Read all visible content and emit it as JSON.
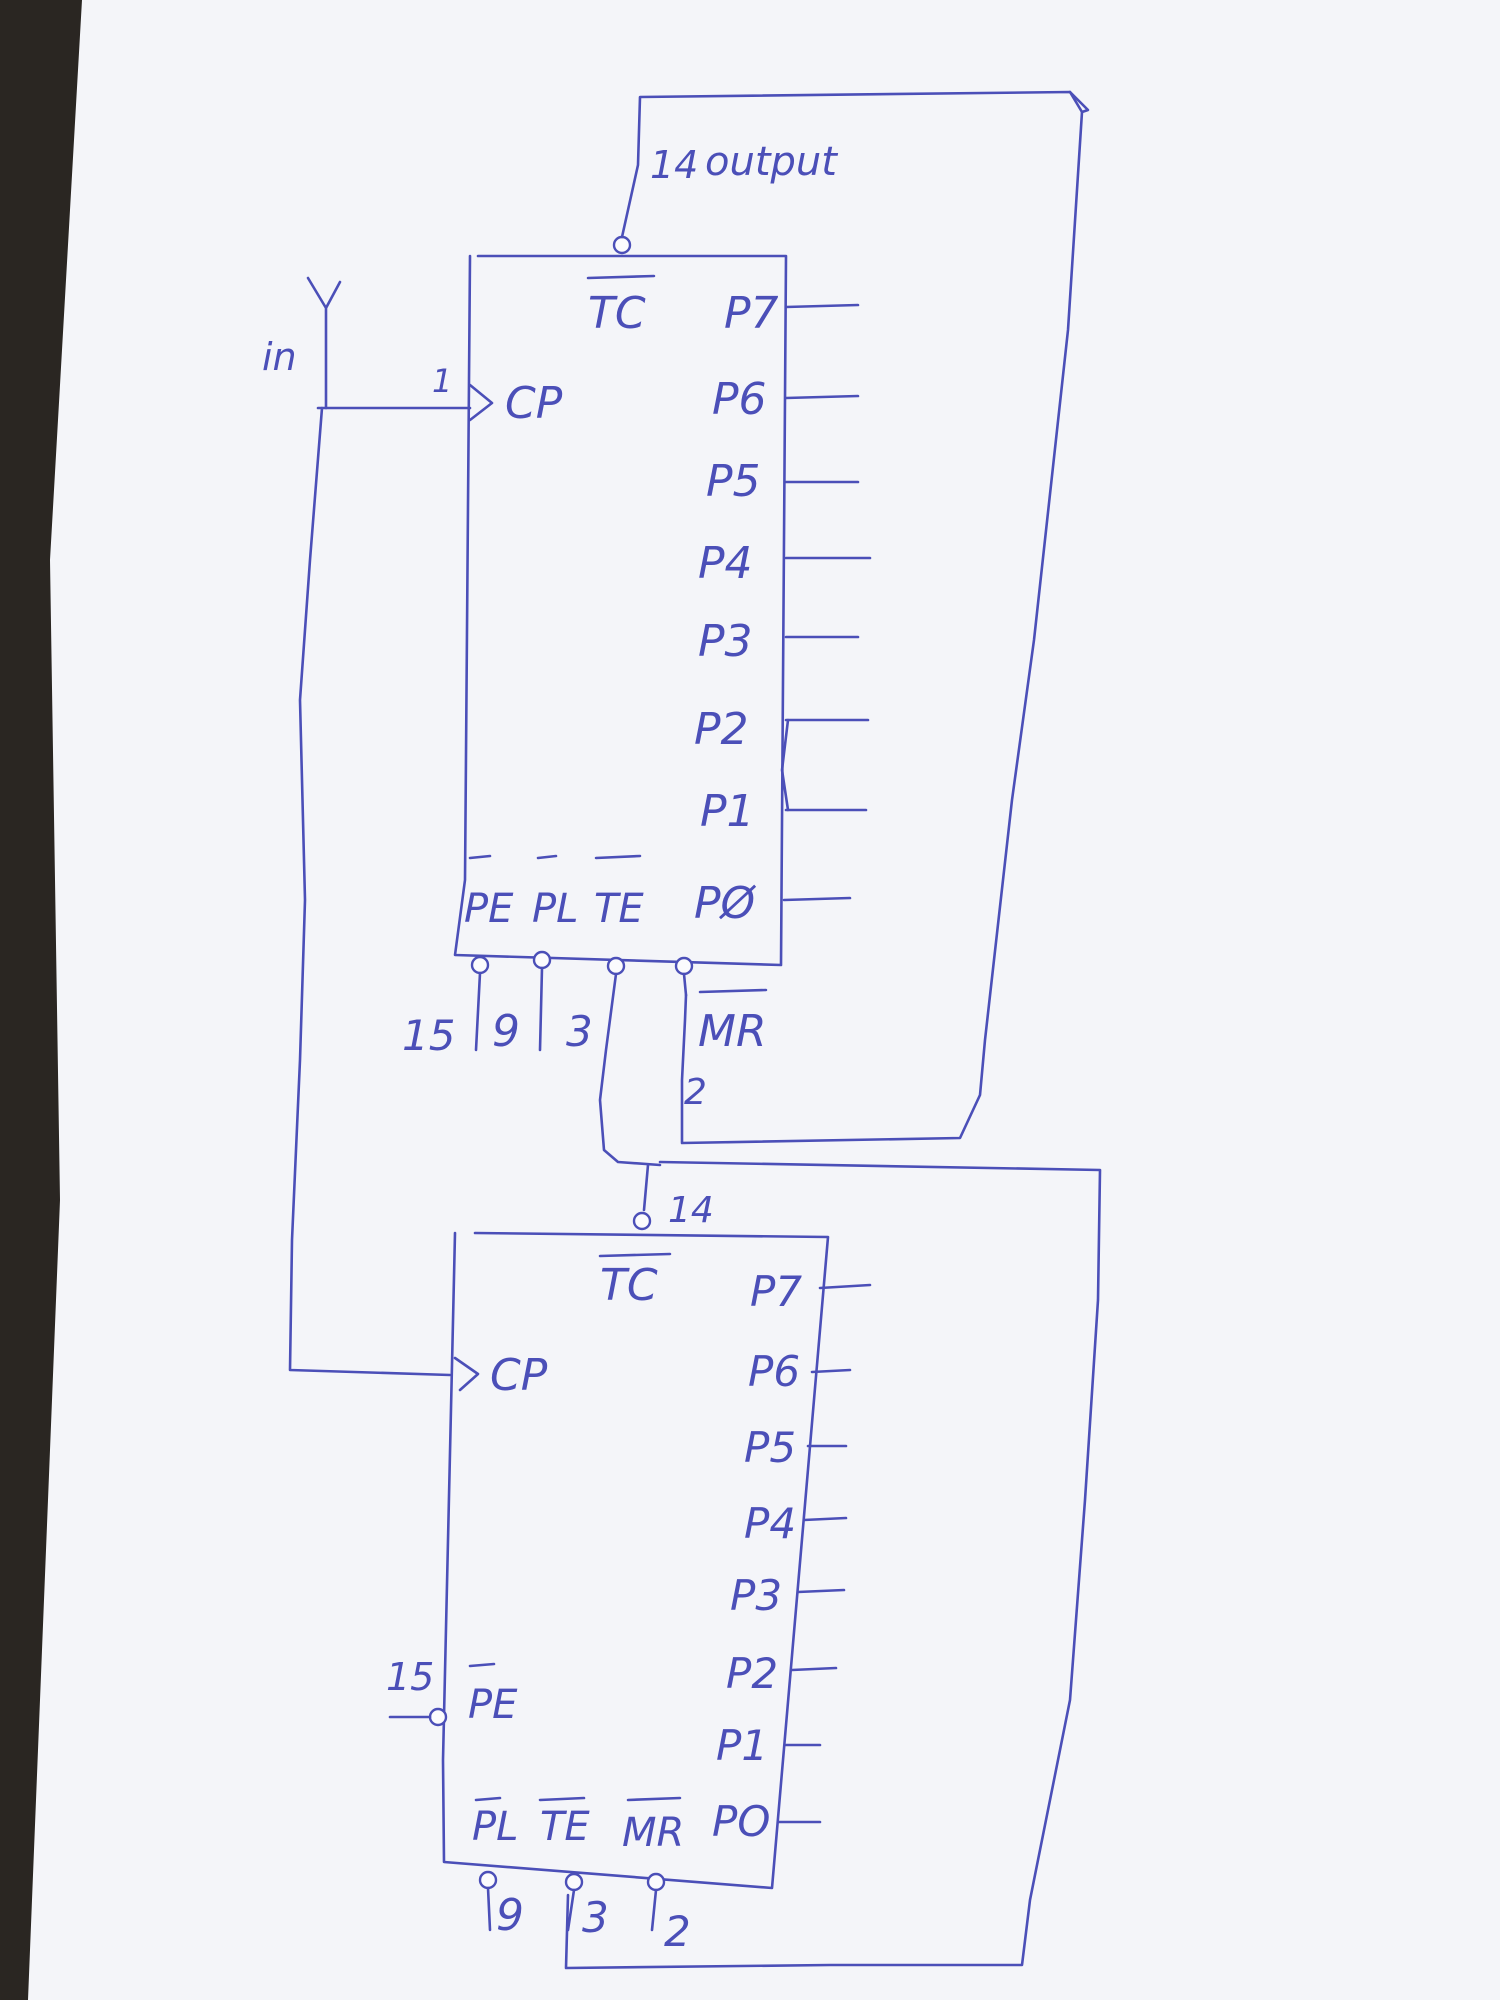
{
  "colors": {
    "ink": "#4b4fb8",
    "paper": "#f4f5f9",
    "background": "#2a2622"
  },
  "labels": {
    "in": "in",
    "output": "output",
    "top_output_pin": "14",
    "top_cp_pin": "1",
    "top_pin_15": "15",
    "top_pin_9": "9",
    "top_pin_3": "3",
    "top_mr_pin": "2",
    "bottom_tc_pin": "14",
    "bottom_pe_pin": "15",
    "bottom_pin_9": "9",
    "bottom_pin_3": "3",
    "bottom_pin_2": "2"
  },
  "chip_top": {
    "tc": "TC",
    "cp": "CP",
    "outputs": [
      "P7",
      "P6",
      "P5",
      "P4",
      "P3",
      "P2",
      "P1",
      "PØ"
    ],
    "pe": "PE",
    "pl": "PL",
    "te": "TE",
    "mr": "MR"
  },
  "chip_bottom": {
    "tc": "TC",
    "cp": "CP",
    "outputs": [
      "P7",
      "P6",
      "P5",
      "P4",
      "P3",
      "P2",
      "P1",
      "PO"
    ],
    "pe": "PE",
    "pl": "PL",
    "te": "TE",
    "mr": "MR"
  }
}
